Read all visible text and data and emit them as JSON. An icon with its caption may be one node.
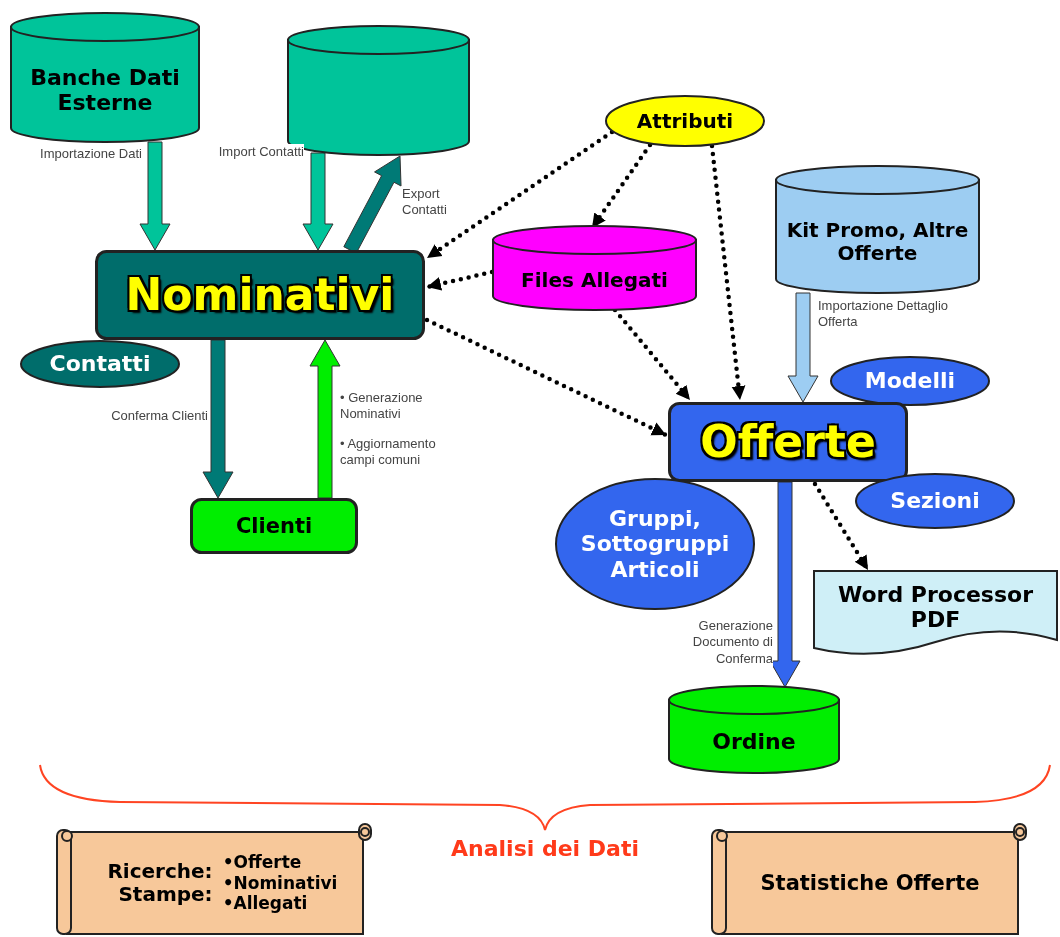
{
  "diagram": {
    "nodes": [
      {
        "text": [
          "Banche Dati Esterne"
        ]
      },
      {
        "text": [],
        "shape": "cylinder"
      },
      {
        "text": [
          "Attributi"
        ]
      },
      {
        "text": [
          "Nominativi"
        ]
      },
      {
        "text": [
          "Contatti"
        ]
      },
      {
        "text": [
          "Files Allegati"
        ]
      },
      {
        "text": [
          "Kit Promo, Altre Offerte"
        ]
      },
      {
        "text": [
          "Modelli"
        ]
      },
      {
        "text": [
          "Offerte"
        ]
      },
      {
        "text": [
          "Clienti"
        ]
      },
      {
        "text": [
          "Gruppi, Sottogruppi Articoli"
        ]
      },
      {
        "text": [
          "Sezioni"
        ]
      },
      {
        "text": [
          "Word Processor PDF"
        ]
      },
      {
        "text": [
          "Ordine"
        ]
      },
      {
        "text": [
          "Ricerche: Stampe:",
          "•Offerte",
          "•Nominativi",
          "•Allegati"
        ]
      },
      {
        "text": [
          "Statistiche Offerte"
        ]
      }
    ],
    "edges": [
      {
        "from": 0,
        "to": 3,
        "arrow": "to",
        "label": "Importazione Dati",
        "style": "thick",
        "color": "#00c49a"
      },
      {
        "from": 1,
        "to": 3,
        "arrow": "to",
        "label": "Import Contatti",
        "style": "thick",
        "color": "#00c49a"
      },
      {
        "from": 3,
        "to": 1,
        "arrow": "to",
        "label": "Export Contatti",
        "style": "thick",
        "color": "#007a76"
      },
      {
        "from": 3,
        "to": 9,
        "arrow": "to",
        "label": "Conferma Clienti",
        "style": "thick",
        "color": "#007a76"
      },
      {
        "from": 9,
        "to": 3,
        "arrow": "to",
        "label": "• Generazione Nominativi",
        "style": "thick",
        "color": "#00ee00"
      },
      {
        "from": 2,
        "to": 3,
        "arrow": "to",
        "style": "dashed"
      },
      {
        "from": 2,
        "to": 5,
        "arrow": "to",
        "style": "dashed"
      },
      {
        "from": 2,
        "to": 8,
        "arrow": "to",
        "style": "dashed"
      },
      {
        "from": 5,
        "to": 3,
        "arrow": "to",
        "style": "dashed"
      },
      {
        "from": 5,
        "to": 8,
        "arrow": "to",
        "style": "dashed"
      },
      {
        "from": 3,
        "to": 8,
        "arrow": "to",
        "style": "dashed"
      },
      {
        "from": 6,
        "to": 8,
        "arrow": "to",
        "label": "Importazione Dettaglio Offerta",
        "style": "thick",
        "color": "#9dcdf2"
      },
      {
        "from": 8,
        "to": 13,
        "arrow": "to",
        "label": "Generazione Documento di Conferma",
        "style": "thick",
        "color": "#3366ee"
      },
      {
        "from": 8,
        "to": 12,
        "arrow": "to",
        "style": "dashed"
      }
    ],
    "labels": [
      "• Aggiornamento campi comuni",
      "Analisi dei Dati"
    ]
  }
}
